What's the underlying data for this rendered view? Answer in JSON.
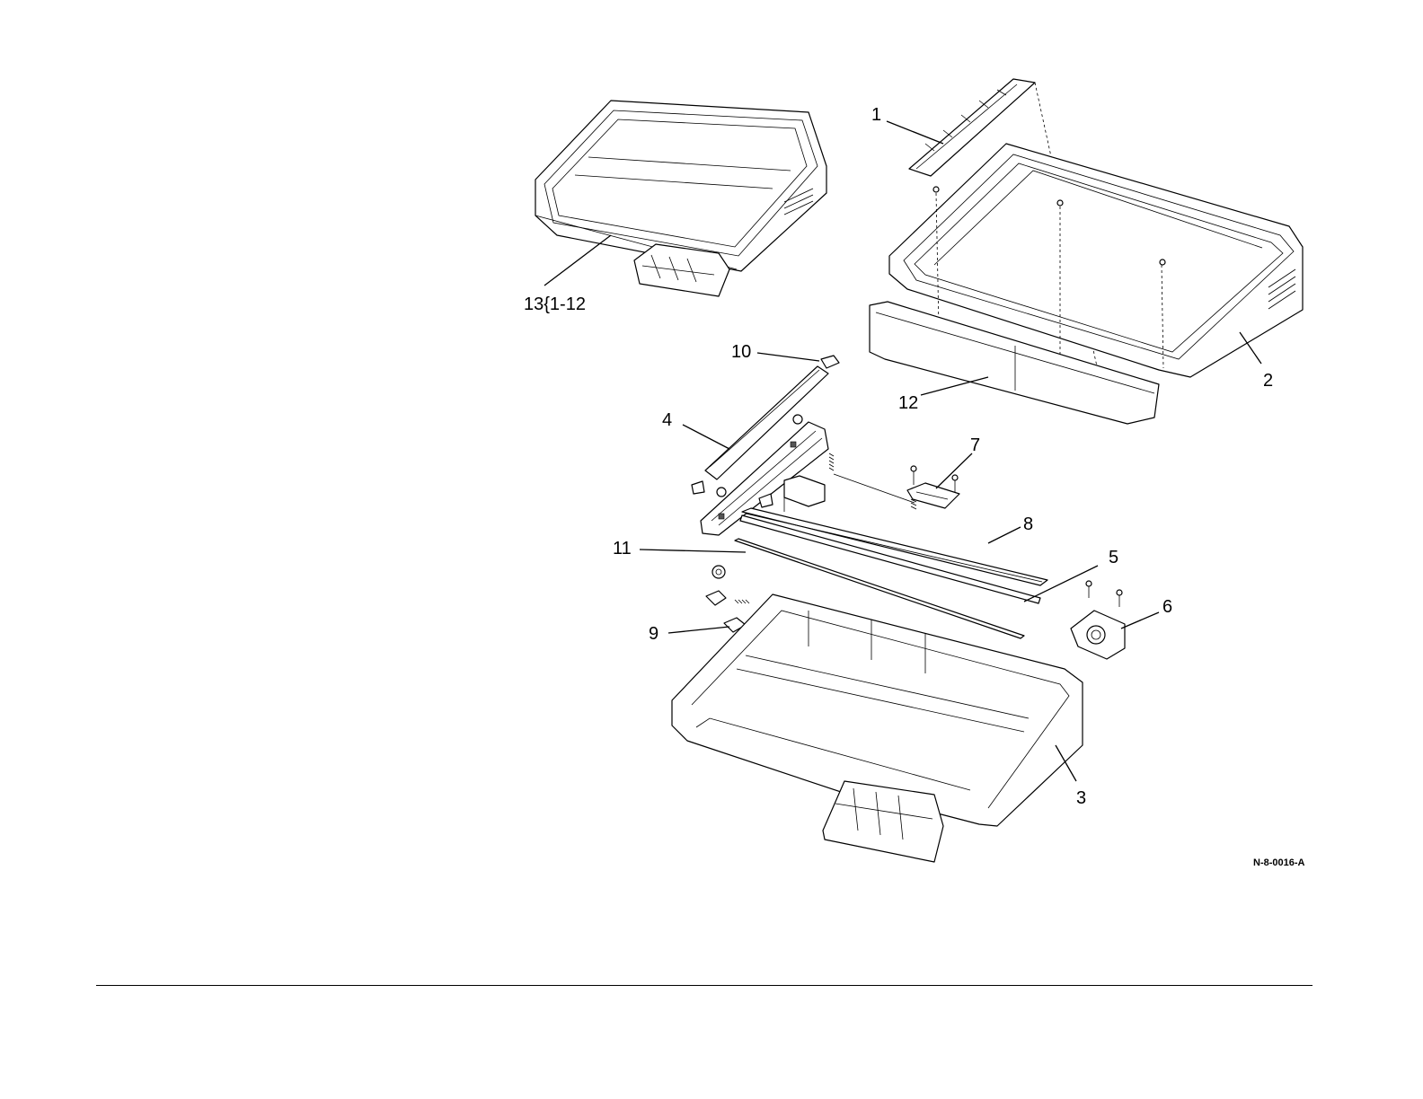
{
  "figure_ref": "N-8-0016-A",
  "callouts": {
    "c1": "1",
    "c2": "2",
    "c3": "3",
    "c4": "4",
    "c5": "5",
    "c6": "6",
    "c7": "7",
    "c8": "8",
    "c9": "9",
    "c10": "10",
    "c11": "11",
    "c12": "12",
    "c13": "13{1-12"
  }
}
